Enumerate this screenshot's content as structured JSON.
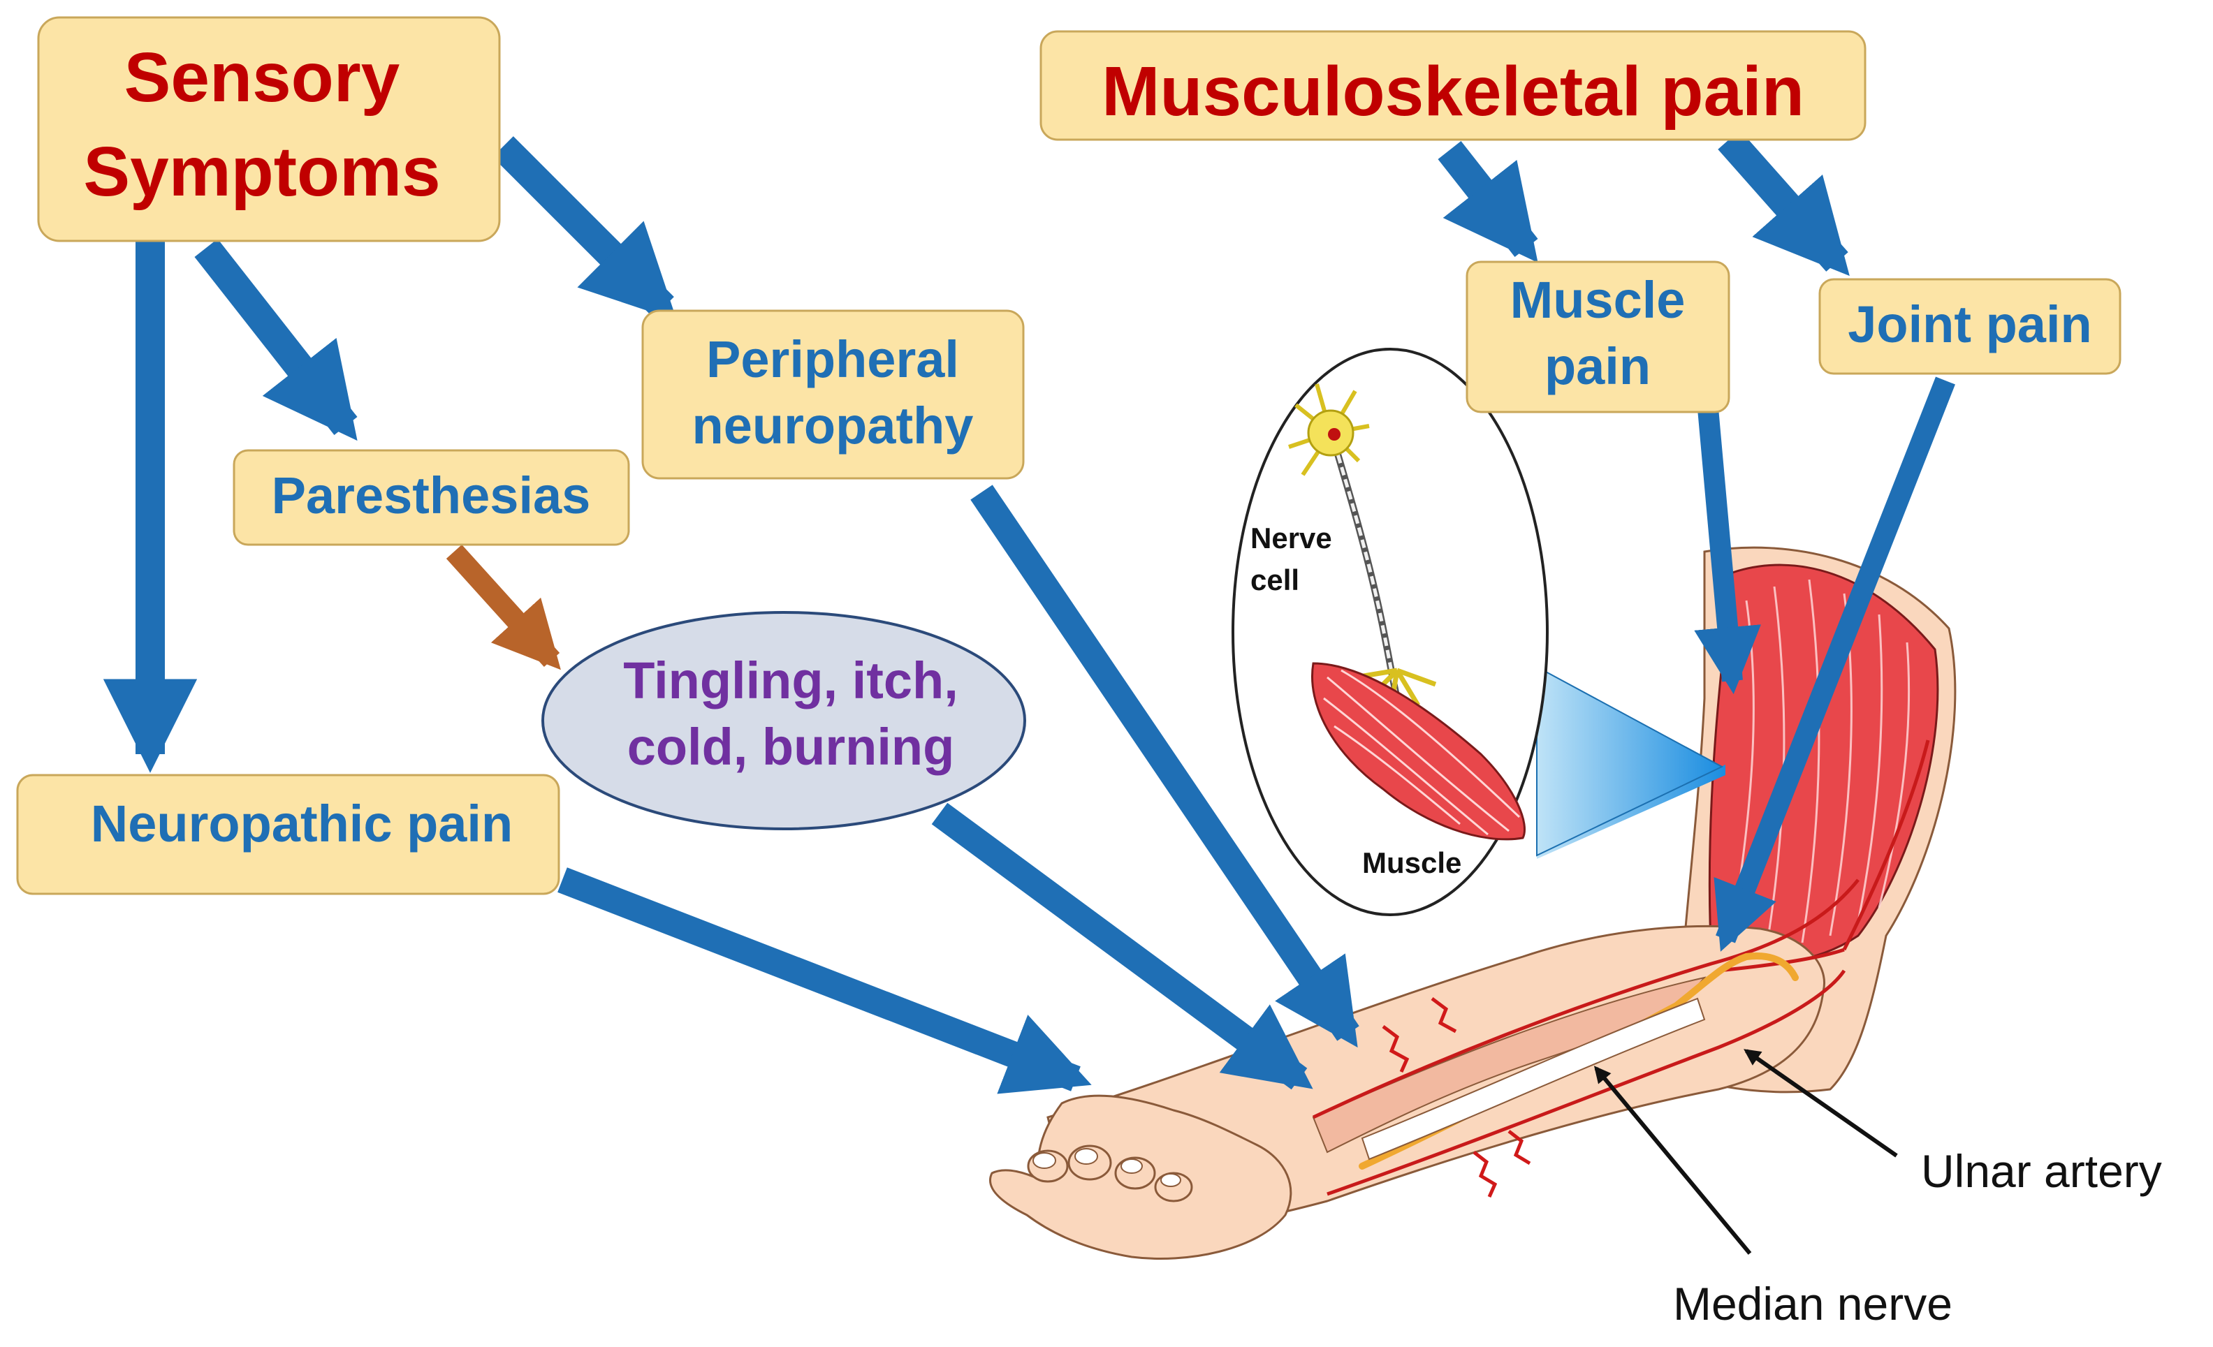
{
  "boxes": {
    "sensory_symptoms": [
      "Sensory",
      "Symptoms"
    ],
    "musculoskeletal_pain": "Musculoskeletal pain",
    "peripheral_neuropathy": [
      "Peripheral",
      "neuropathy"
    ],
    "paresthesias": "Paresthesias",
    "neuropathic_pain": "Neuropathic pain",
    "muscle_pain": [
      "Muscle",
      "pain"
    ],
    "joint_pain": "Joint pain"
  },
  "ellipse": [
    "Tingling, itch,",
    "cold, burning"
  ],
  "inset": {
    "nerve_cell": [
      "Nerve",
      "cell"
    ],
    "muscle": "Muscle"
  },
  "anatomy_labels": {
    "ulnar_artery": "Ulnar artery",
    "median_nerve": "Median nerve"
  },
  "colors": {
    "box_fill": "#fce4a6",
    "title_red": "#c00000",
    "label_blue": "#1f6fb5",
    "ellipse_purple": "#7030a0",
    "arrow_blue": "#1f6fb5",
    "arrow_brown": "#b8642a",
    "skin": "#fad7bd",
    "muscle_red": "#e8474b",
    "nerve_orange": "#f0a830"
  }
}
